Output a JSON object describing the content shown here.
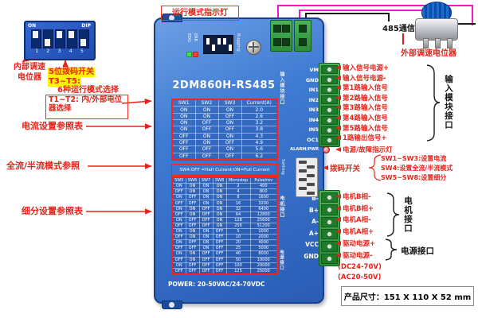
{
  "colors": {
    "label_red": "#e8231a",
    "table_box_red": "#ff2015",
    "device_blue": "#2f6fce",
    "connector_green": "#2f9e3f",
    "wire_magenta": "#f318c9",
    "highlight_yellow": "#fff200"
  },
  "device": {
    "model": "2DM860H-RS485",
    "power_note": "POWER: 20-50VAC/24-70VDC",
    "debug_label": "Bugging",
    "led_labels": [
      "EDG",
      "ERR"
    ],
    "side_strips": {
      "input": "输入模块接口",
      "setting": "Setting",
      "motor": "电机接口",
      "power": "电源接口"
    },
    "top_terminals": [
      "VM",
      "GND",
      "IN1",
      "IN2",
      "IN3",
      "IN4",
      "IN5",
      "OC1",
      "ALARM/PWR"
    ],
    "bottom_terminals": [
      "B-",
      "B+",
      "A-",
      "A+",
      "VCC",
      "GND"
    ],
    "sw4_note": "SW4:OFF =Half Current;ON=Full Current",
    "current_table": {
      "headers": [
        "SW1",
        "SW2",
        "SW3",
        "Current(A)"
      ],
      "rows": [
        [
          "ON",
          "ON",
          "ON",
          "2.0"
        ],
        [
          "ON",
          "ON",
          "OFF",
          "2.6"
        ],
        [
          "ON",
          "OFF",
          "ON",
          "3.2"
        ],
        [
          "ON",
          "OFF",
          "OFF",
          "3.8"
        ],
        [
          "OFF",
          "ON",
          "ON",
          "4.3"
        ],
        [
          "OFF",
          "ON",
          "OFF",
          "4.9"
        ],
        [
          "OFF",
          "OFF",
          "ON",
          "5.6"
        ],
        [
          "OFF",
          "OFF",
          "OFF",
          "6.2"
        ]
      ]
    },
    "microstep_table": {
      "headers": [
        "SW5",
        "SW6",
        "SW7",
        "SW8",
        "Microstep",
        "Pulse/rev"
      ],
      "rows": [
        [
          "ON",
          "ON",
          "ON",
          "ON",
          "2",
          "400"
        ],
        [
          "OFF",
          "ON",
          "ON",
          "ON",
          "4",
          "800"
        ],
        [
          "ON",
          "OFF",
          "ON",
          "ON",
          "8",
          "1600"
        ],
        [
          "OFF",
          "OFF",
          "ON",
          "ON",
          "16",
          "3200"
        ],
        [
          "ON",
          "ON",
          "OFF",
          "ON",
          "32",
          "6400"
        ],
        [
          "OFF",
          "ON",
          "OFF",
          "ON",
          "64",
          "12800"
        ],
        [
          "ON",
          "OFF",
          "OFF",
          "ON",
          "128",
          "25600"
        ],
        [
          "OFF",
          "OFF",
          "OFF",
          "ON",
          "256",
          "51200"
        ],
        [
          "ON",
          "ON",
          "ON",
          "OFF",
          "5",
          "1000"
        ],
        [
          "OFF",
          "ON",
          "ON",
          "OFF",
          "10",
          "2000"
        ],
        [
          "ON",
          "OFF",
          "ON",
          "OFF",
          "20",
          "4000"
        ],
        [
          "OFF",
          "OFF",
          "ON",
          "OFF",
          "25",
          "5000"
        ],
        [
          "ON",
          "ON",
          "OFF",
          "OFF",
          "40",
          "8000"
        ],
        [
          "OFF",
          "ON",
          "OFF",
          "OFF",
          "50",
          "10000"
        ],
        [
          "ON",
          "OFF",
          "OFF",
          "OFF",
          "100",
          "20000"
        ],
        [
          "OFF",
          "OFF",
          "OFF",
          "OFF",
          "125",
          "25000"
        ]
      ]
    }
  },
  "dip_inset": {
    "on_label": "ON",
    "dip_label": "DIP",
    "numbers": [
      "1",
      "2",
      "3",
      "4",
      "5"
    ]
  },
  "callouts_top": {
    "run_led": "运行模式指示灯",
    "comm_port": "485通信口",
    "external_pot": "外部调速电位器"
  },
  "callouts_left": {
    "internal_pot_line1": "内部调速",
    "internal_pot_line2": "电位器",
    "dip5": "5位拨码开关",
    "t3t5": "T3~T5:",
    "mode6": "6种运行模式选择",
    "t1t2_line1": "T1~T2: 内/外部电位",
    "t1t2_line2": "器选择",
    "current_ref": "电流设置参照表",
    "half_full_ref": "全流/半流模式参照",
    "microstep_ref": "细分设置参照表"
  },
  "callouts_right": {
    "inputs": [
      "输入信号电源+",
      "输入信号电源-",
      "第1路输入信号",
      "第2路输入信号",
      "第3路输入信号",
      "第4路输入信号",
      "第5路输入信号",
      "1路输出信号+"
    ],
    "input_bracket": "输入模块接口",
    "alarm": "电源/故障指示灯",
    "dip_label": "拨码开关",
    "dip_notes": [
      "SW1~SW3:设置电流",
      "SW4:设置全流/半流模式",
      "SW5~SW8:设置细分"
    ],
    "motors": [
      "电机B相-",
      "电机B相+",
      "电机A相-",
      "电机A相+"
    ],
    "motor_bracket": "电机接口",
    "powers": [
      "驱动电源+",
      "驱动电源-"
    ],
    "power_bracket": "电源接口",
    "voltages": [
      "(DC24-70V)",
      "(AC20-50V)"
    ]
  },
  "footer": {
    "size_label": "产品尺寸：151 X 110 X 52 mm"
  }
}
